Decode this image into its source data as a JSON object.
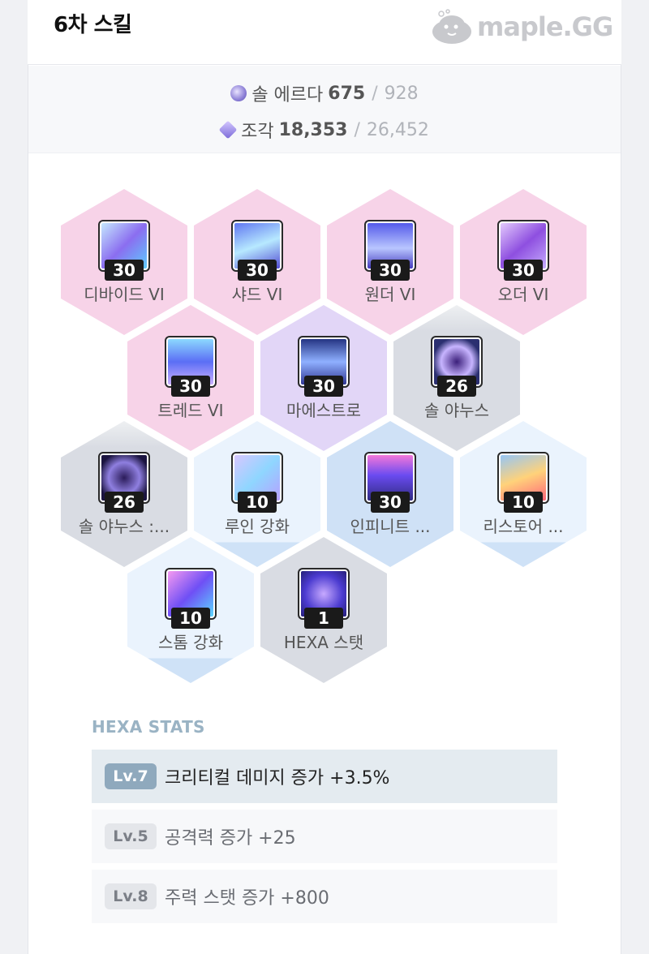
{
  "header": {
    "title": "6차 스킬",
    "logo_text": "maple.GG"
  },
  "resources": {
    "sol_erda": {
      "label": "솔 에르다",
      "current": "675",
      "max": "928"
    },
    "fragment": {
      "label": "조각",
      "current": "18,353",
      "max": "26,452"
    }
  },
  "skills": [
    {
      "name": "디바이드 VI",
      "level": "30",
      "tile": "pink"
    },
    {
      "name": "샤드 VI",
      "level": "30",
      "tile": "pink"
    },
    {
      "name": "원더 VI",
      "level": "30",
      "tile": "pink"
    },
    {
      "name": "오더 VI",
      "level": "30",
      "tile": "pink"
    },
    {
      "name": "트레드 VI",
      "level": "30",
      "tile": "pink"
    },
    {
      "name": "마에스트로",
      "level": "30",
      "tile": "purple"
    },
    {
      "name": "솔 야누스",
      "level": "26",
      "tile": "gray"
    },
    {
      "name": "솔 야누스 :...",
      "level": "26",
      "tile": "gray"
    },
    {
      "name": "루인 강화",
      "level": "10",
      "tile": "lightblue"
    },
    {
      "name": "인피니트 ...",
      "level": "30",
      "tile": "blue"
    },
    {
      "name": "리스토어 ...",
      "level": "10",
      "tile": "lightblue"
    },
    {
      "name": "스톰 강화",
      "level": "10",
      "tile": "lightblue"
    },
    {
      "name": "HEXA 스탯",
      "level": "1",
      "tile": "gray"
    }
  ],
  "hexa_stats": {
    "title": "HEXA STATS",
    "rows": [
      {
        "level": "Lv.7",
        "text": "크리티컬 데미지 증가 +3.5%"
      },
      {
        "level": "Lv.5",
        "text": "공격력 증가 +25"
      },
      {
        "level": "Lv.8",
        "text": "주력 스탯 증가 +800"
      }
    ]
  },
  "colors": {
    "pink": "#f7d3e8",
    "purple": "#e2d6f7",
    "gray": "#d9dce3",
    "lightblue": "#eaf3fd",
    "blue": "#cfe1f6",
    "accent": "#8fa9bd"
  }
}
